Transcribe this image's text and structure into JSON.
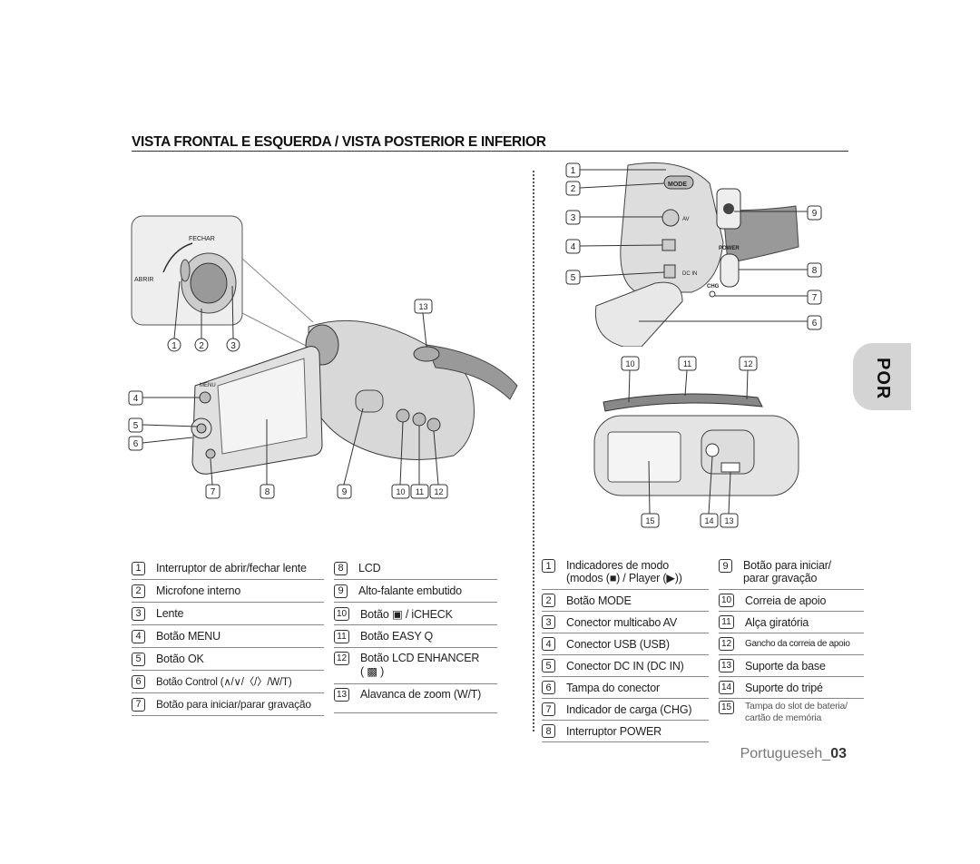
{
  "title": "VISTA FRONTAL E ESQUERDA / VISTA POSTERIOR E INFERIOR",
  "lang_tab": "POR",
  "figure_labels": {
    "close": "FECHAR",
    "open": "ABRIR",
    "menu": "MENU",
    "mode": "MODE",
    "av": "AV",
    "power": "POWER",
    "dc_in": "DC IN",
    "chg": "CHG"
  },
  "left_table_a": [
    {
      "n": "1",
      "label": "Interruptor de abrir/fechar lente"
    },
    {
      "n": "2",
      "label": "Microfone interno"
    },
    {
      "n": "3",
      "label": "Lente"
    },
    {
      "n": "4",
      "label": "Botão MENU"
    },
    {
      "n": "5",
      "label": "Botão OK"
    },
    {
      "n": "6",
      "label": "Botão Control (∧/∨/〈/〉/W/T)"
    },
    {
      "n": "7",
      "label": "Botão para iniciar/parar gravação"
    }
  ],
  "left_table_b": [
    {
      "n": "8",
      "label": "LCD"
    },
    {
      "n": "9",
      "label": "Alto-falante embutido"
    },
    {
      "n": "10",
      "label": "Botão ▣ / iCHECK"
    },
    {
      "n": "11",
      "label": "Botão EASY Q"
    },
    {
      "n": "12",
      "label": "Botão LCD ENHANCER",
      "label2": "( ▩ )"
    },
    {
      "n": "13",
      "label": "Alavanca de zoom (W/T)"
    }
  ],
  "right_table_a": [
    {
      "n": "1",
      "label": "Indicadores de modo",
      "label2": "(modos (■) / Player (▶))"
    },
    {
      "n": "2",
      "label": "Botão MODE"
    },
    {
      "n": "3",
      "label": "Conector multicabo AV"
    },
    {
      "n": "4",
      "label": "Conector USB (USB)"
    },
    {
      "n": "5",
      "label": "Conector DC IN (DC IN)"
    },
    {
      "n": "6",
      "label": "Tampa do conector"
    },
    {
      "n": "7",
      "label": "Indicador de carga (CHG)"
    },
    {
      "n": "8",
      "label": "Interruptor POWER"
    }
  ],
  "right_table_b": [
    {
      "n": "9",
      "label": "Botão para iniciar/",
      "label2": "parar gravação"
    },
    {
      "n": "10",
      "label": "Correia de apoio"
    },
    {
      "n": "11",
      "label": "Alça giratória"
    },
    {
      "n": "12",
      "label": "Gancho da correia de apoio"
    },
    {
      "n": "13",
      "label": "Suporte da base"
    },
    {
      "n": "14",
      "label": "Suporte do tripé"
    },
    {
      "n": "15",
      "label": "Tampa do slot de bateria/",
      "label2": "cartão de memória"
    }
  ],
  "footer": {
    "text": "Portugueseh_",
    "page": "03"
  }
}
